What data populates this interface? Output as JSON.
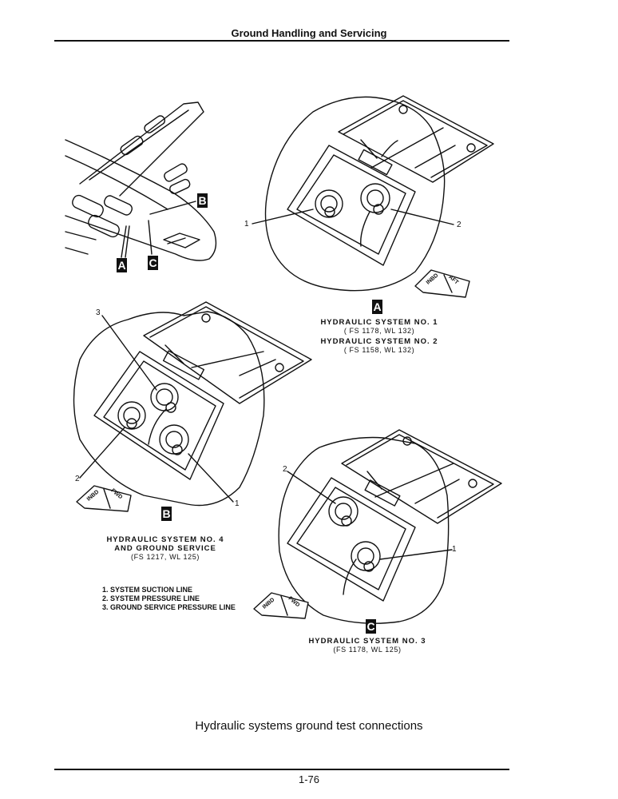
{
  "header": {
    "title": "Ground Handling and Servicing"
  },
  "figure": {
    "letters": {
      "a": "A",
      "b": "B",
      "c": "C"
    },
    "callouts": {
      "one": "1",
      "two": "2",
      "three": "3"
    },
    "arrows": {
      "inbd": "INBD",
      "aft": "AFT",
      "fwd": "FWD"
    },
    "panel_a": {
      "line1": "HYDRAULIC SYSTEM NO. 1",
      "line2": "( FS 1178, WL 132)",
      "line3": "HYDRAULIC SYSTEM NO. 2",
      "line4": "( FS 1158, WL 132)"
    },
    "panel_b": {
      "line1": "HYDRAULIC SYSTEM NO. 4",
      "line2": "AND GROUND SERVICE",
      "line3": "(FS 1217, WL 125)"
    },
    "panel_c": {
      "line1": "HYDRAULIC SYSTEM NO. 3",
      "line2": "(FS 1178, WL 125)"
    },
    "legend": [
      "1. SYSTEM SUCTION LINE",
      "2. SYSTEM PRESSURE LINE",
      "3. GROUND SERVICE PRESSURE LINE"
    ]
  },
  "caption": "Hydraulic systems ground test connections",
  "footer": {
    "page_number": "1-76"
  }
}
